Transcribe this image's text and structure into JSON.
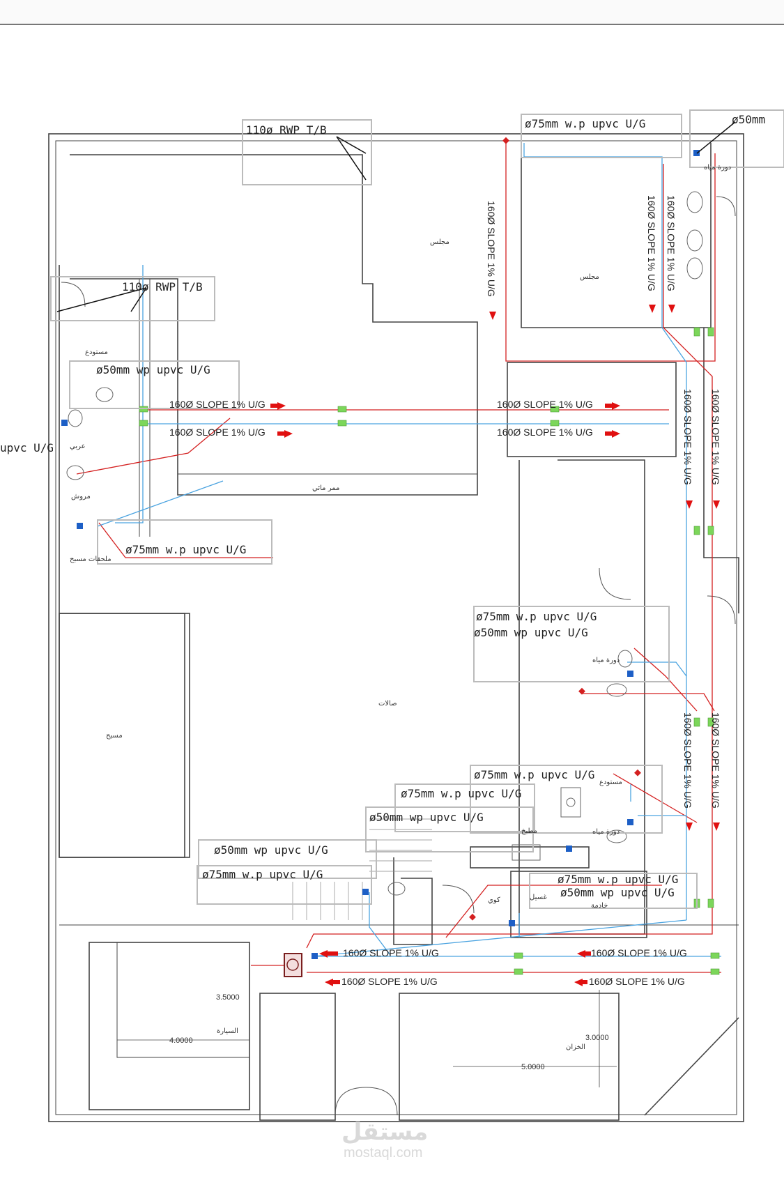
{
  "colors": {
    "red_pipe": "#d42020",
    "blue_pipe": "#4aa3e0",
    "wall": "#444444",
    "label_box": "#bbbbbb",
    "arrow": "#e01010",
    "cleanout": "#7cd65a",
    "trap": "#1d5fc6"
  },
  "labels": {
    "rwp_top": "110ø RWP T/B",
    "rwp_left": "110ø RWP T/B",
    "wp75_top": "ø75mm w.p upvc U/G",
    "wp50_top": "ø50mm",
    "wp50_left": "ø50mm wp upvc U/G",
    "upvc_edge": "upvc U/G",
    "wp75_left": "ø75mm w.p upvc U/G",
    "wp75_mid": "ø75mm w.p upvc U/G",
    "wp50_mid": "ø50mm wp upvc U/G",
    "wp75_low1": "ø75mm w.p upvc U/G",
    "wp75_low2": "ø75mm w.p upvc U/G",
    "wp50_low1": "ø50mm wp upvc U/G",
    "wp50_low2": "ø50mm wp upvc U/G",
    "wp75_low3": "ø75mm w.p upvc U/G",
    "wp75_low4": "ø75mm w.p upvc U/G",
    "wp50_low3": "ø50mm wp upvc U/G"
  },
  "slopes": {
    "h1": "160Ø SLOPE 1% U/G",
    "h2": "160Ø SLOPE 1% U/G",
    "h3": "160Ø SLOPE 1% U/G",
    "h4": "160Ø SLOPE 1% U/G",
    "b1": "160Ø SLOPE 1% U/G",
    "b2": "160Ø SLOPE 1% U/G",
    "b3": "160Ø SLOPE 1% U/G",
    "b4": "160Ø SLOPE 1% U/G",
    "v1": "160Ø SLOPE 1% U/G",
    "v2": "160Ø SLOPE 1% U/G",
    "v3": "160Ø SLOPE 1% U/G",
    "v4": "160Ø SLOPE 1% U/G",
    "v5": "160Ø SLOPE 1% U/G",
    "v6": "160Ø SLOPE 1% U/G",
    "v7": "160Ø SLOPE 1% U/G"
  },
  "rooms": {
    "majlis1": "مجلس",
    "majlis2": "مجلس",
    "wc_top": "دورة مياه",
    "mostawda1": "مستودع",
    "arabi": "عربي",
    "rooh": "مروش",
    "mulhaqat": "ملحقات مسبح",
    "corridor": "ممر مائي",
    "halls": "صالات",
    "pool": "مسبح",
    "wc_mid": "دورة مياه",
    "mostawda2": "مستودع",
    "wc_low": "دورة مياه",
    "kitchen": "مطبخ",
    "kawi": "كوي",
    "ghaseel": "غسيل",
    "khadima": "خادمة",
    "sayara": "السيارة",
    "khazzan": "الخزان"
  },
  "dimensions": {
    "car_w": "4.0000",
    "car_h": "3.5000",
    "tank_w": "5.0000",
    "tank_h": "3.0000"
  },
  "watermark": {
    "brand": "مستقل",
    "site": "mostaql.com"
  }
}
